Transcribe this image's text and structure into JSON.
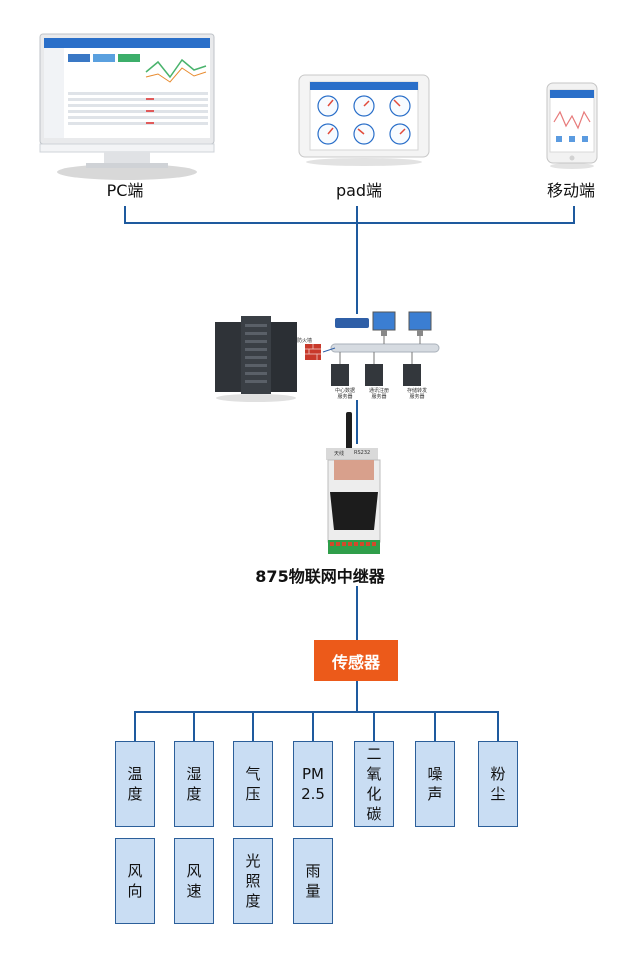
{
  "devices": {
    "pc_label": "PC端",
    "pad_label": "pad端",
    "mobile_label": "移动端"
  },
  "server": {
    "firewall_label": "防火墙",
    "server1_label": "中心数据\n服务器",
    "server2_label": "通讯注册\n服务器",
    "server3_label": "存储转发\n服务器"
  },
  "relay": {
    "title": "875物联网中继器",
    "badge_left": "天线",
    "badge_right": "RS232"
  },
  "hub": {
    "label": "传感器"
  },
  "sensors": {
    "row1": [
      "温\n度",
      "湿\n度",
      "气\n压",
      "PM\n2.5",
      "二\n氧\n化\n碳",
      "噪\n声",
      "粉\n尘"
    ],
    "row2": [
      "风\n向",
      "风\n速",
      "光\n照\n度",
      "雨\n量"
    ]
  },
  "colors": {
    "line": "#1e5a9e",
    "sensor_fill": "#c9ddf3",
    "hub_fill": "#ec5a1a"
  }
}
